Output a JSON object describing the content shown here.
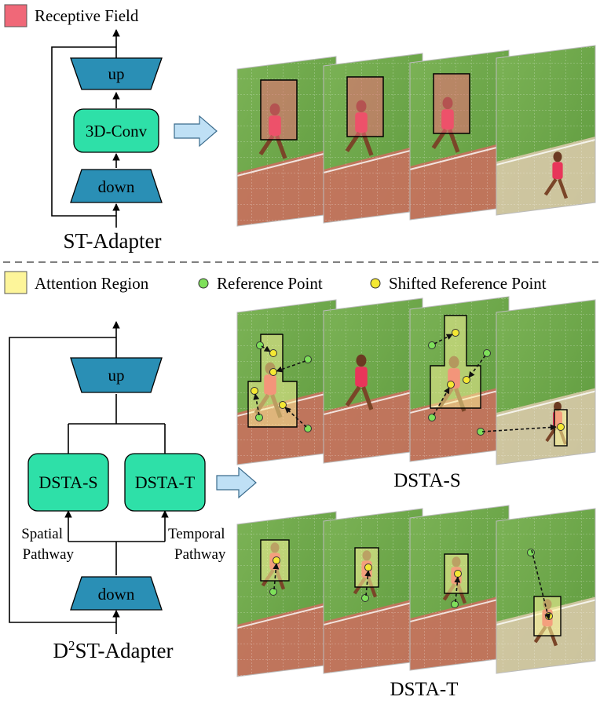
{
  "legend_top": {
    "receptive_field": "Receptive Field"
  },
  "legend_bottom": {
    "attention_region": "Attention Region",
    "reference_point": "Reference Point",
    "shifted_reference_point": "Shifted Reference Point"
  },
  "st_adapter": {
    "up": "up",
    "conv": "3D-Conv",
    "down": "down",
    "title": "ST-Adapter"
  },
  "d2st_adapter": {
    "up": "up",
    "dsta_s": "DSTA-S",
    "dsta_t": "DSTA-T",
    "spatial_line1": "Spatial",
    "spatial_line2": "Pathway",
    "temporal_line1": "Temporal",
    "temporal_line2": "Pathway",
    "down": "down",
    "title_prefix": "D",
    "title_sup": "2",
    "title_suffix": "ST-Adapter"
  },
  "captions": {
    "dsta_s": "DSTA-S",
    "dsta_t": "DSTA-T"
  },
  "colors": {
    "receptive_field": "#f06878",
    "attention_region": "#fdf59a",
    "reference_point": "#7ee05a",
    "shifted_point": "#f4e833",
    "trapezoid": "#2a8fb5",
    "dsta_box": "#2ee0a8",
    "arrow_fill": "#bfe0f5",
    "grass": "#6fa64a",
    "track": "#c9705e"
  }
}
